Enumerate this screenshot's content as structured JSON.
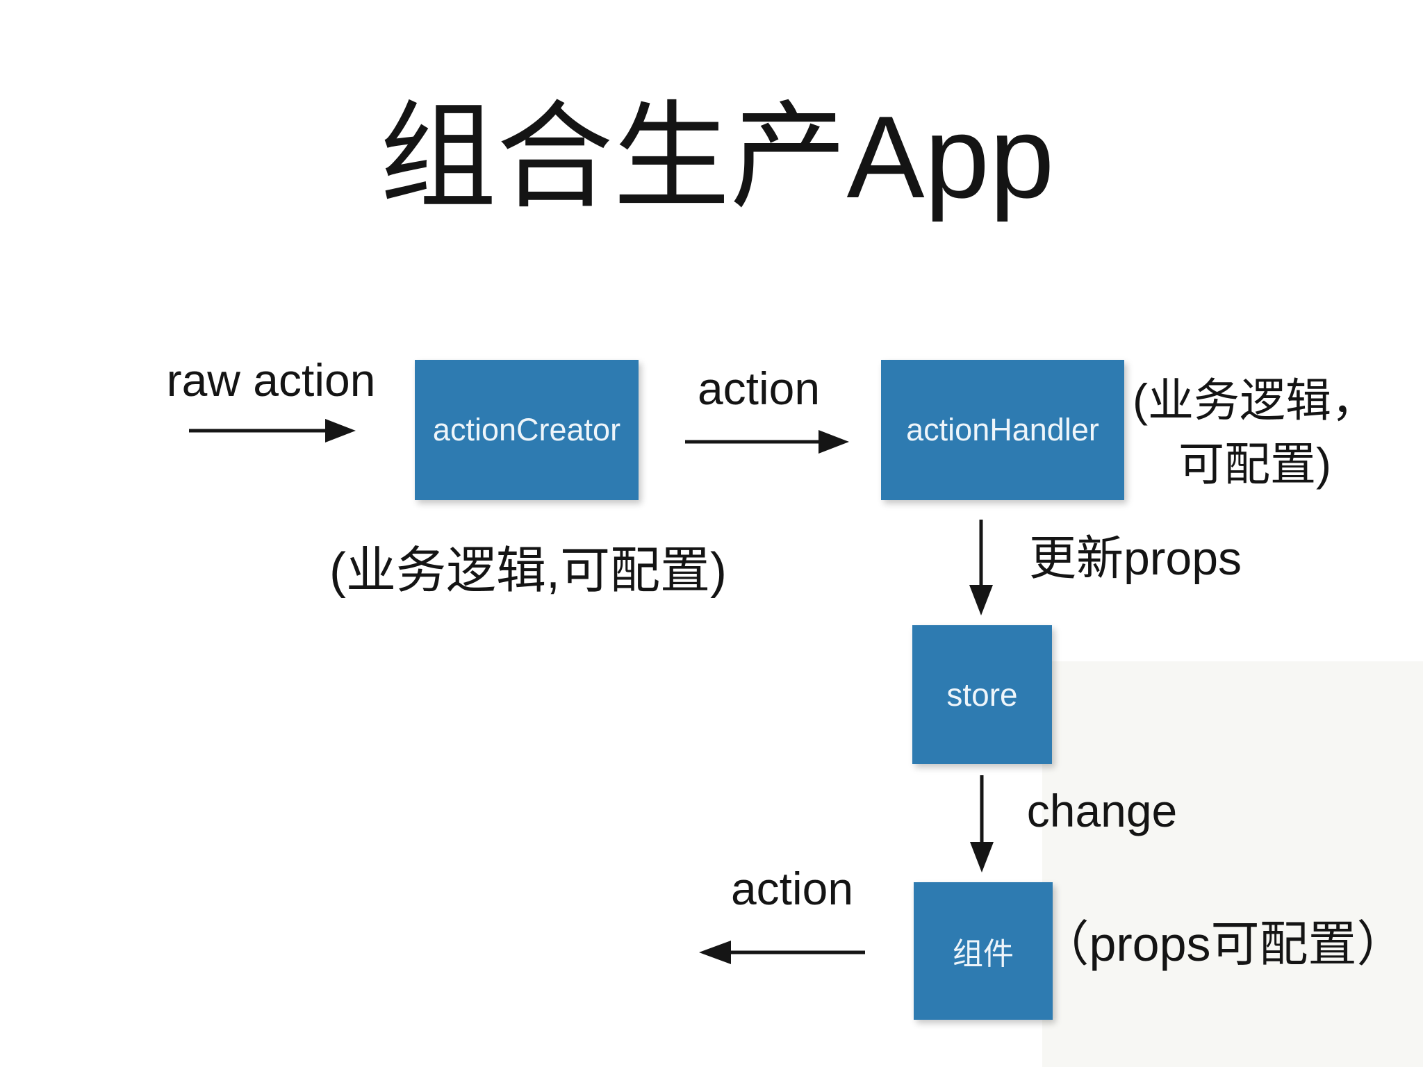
{
  "title": "组合生产App",
  "colors": {
    "box_fill": "#2e7bb1",
    "box_text": "#eef5fa",
    "diagram_text": "#141414",
    "background": "#ffffff"
  },
  "nodes": {
    "actionCreator": {
      "label": "actionCreator"
    },
    "actionHandler": {
      "label": "actionHandler"
    },
    "store": {
      "label": "store"
    },
    "component": {
      "label": "组件"
    }
  },
  "edges": {
    "rawAction": {
      "label": "raw action",
      "direction": "right"
    },
    "action": {
      "label": "action",
      "direction": "right"
    },
    "updateProps": {
      "label": "更新props",
      "direction": "down"
    },
    "change": {
      "label": "change",
      "direction": "down"
    },
    "actionBack": {
      "label": "action",
      "direction": "left"
    }
  },
  "annotations": {
    "actionHandlerNote": {
      "line1": "(业务逻辑，",
      "line2": "可配置)"
    },
    "actionCreatorNote": "(业务逻辑,可配置)",
    "componentNote": "（props可配置）"
  }
}
